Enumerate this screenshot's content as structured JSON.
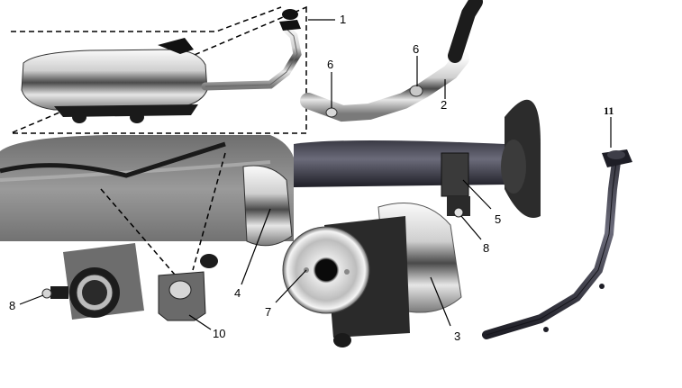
{
  "callouts": {
    "c1": "1",
    "c2": "2",
    "c3": "3",
    "c4": "4",
    "c5": "5",
    "c6a": "6",
    "c6b": "6",
    "c7": "7",
    "c8a": "8",
    "c8b": "8",
    "c10": "10",
    "c11": "11"
  },
  "colors": {
    "chrome_light": "#f2f2f2",
    "chrome_mid": "#b9b9b9",
    "chrome_dark": "#3a3a3a",
    "body_gray": "#8e8e8e",
    "body_dark": "#4a4a4a",
    "pipe_dark": "#2a2a36",
    "black": "#0c0c0c"
  }
}
